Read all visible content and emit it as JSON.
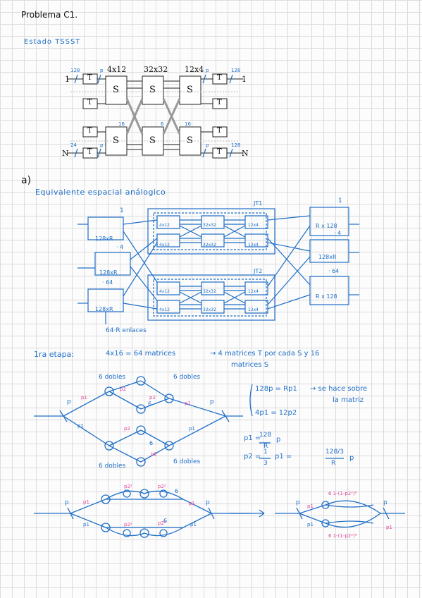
{
  "title": "Problema C1.",
  "state_label": "Estado TSSST",
  "figure": {
    "dims": [
      "4x12",
      "32x32",
      "12x4"
    ],
    "left_in": [
      "1",
      "N"
    ],
    "right_out": [
      "1",
      "N"
    ],
    "stage_S": "S",
    "stage_T": "T",
    "annots": {
      "n128a": "128",
      "p1": "p",
      "n128b": "128",
      "p2": "p",
      "n16a": "16",
      "n6": "6",
      "n16b": "16",
      "n24": "24",
      "p3": "p",
      "p4": "p",
      "n128c": "128"
    }
  },
  "section_a": "a)",
  "equiv_label": "Equivalente espacial análogico",
  "diagram": {
    "left_blocks": [
      "128xR",
      "128xR",
      "128xR"
    ],
    "left_dots": "· 4",
    "left_dots2": "· 64",
    "right_blocks": [
      "R x 128",
      "128xR",
      "R x 128"
    ],
    "right_top_num": "1",
    "right_dots": "· 4",
    "right_dots2": "· 64",
    "top_num": "1",
    "jt1": "JT1",
    "jt2": "JT2",
    "mat": [
      "4x12",
      "32x32",
      "12x4",
      "4x12",
      "32x32",
      "12x4"
    ],
    "mat2": [
      "4x12",
      "32x32",
      "12x4",
      "4x12",
      "32x32",
      "12x4"
    ],
    "entries_label": "64·R enlaces"
  },
  "stage1": "1ra etapa:",
  "stage1_expr": "4x16 = 64 matrices",
  "stage1_arrow": "→ 4 matrices T por cada S y 16",
  "stage1_cont": "matrices S",
  "graph1": {
    "top_left": "6 dobles",
    "top_right": "6 dobles",
    "bottom_left": "6 dobles",
    "bottom_right": "6 dobles",
    "p": "p",
    "p1": "p1",
    "p2": "p2",
    "six": "6",
    "sixb": "6"
  },
  "eq1": "128p = Rp1",
  "eq1_note": "→ se hace sobre",
  "eq1_note2": "la matriz",
  "eq2": "4p1 = 12p2",
  "eq3_lhs": "p1 =",
  "eq3_num": "128",
  "eq3_den": "R",
  "eq3_rhs": "p",
  "eq4_lhs": "p2 =",
  "eq4_num": "1",
  "eq4_den": "3",
  "eq4_mid": "p1 =",
  "eq4_num2": "128/3",
  "eq4_den2": "R",
  "eq4_rhs": "p",
  "graph2": {
    "p": "p",
    "p1": "p1",
    "p2sq": "p2²",
    "six": "6"
  },
  "graph3": {
    "top": "6  1-(1-p2²)⁶",
    "bottom": "6  1-(1-p2²)⁶",
    "p": "p",
    "p1": "p1"
  },
  "colors": {
    "ink": "#111111",
    "blue": "#1f6fc8",
    "pink": "#e0479a"
  }
}
